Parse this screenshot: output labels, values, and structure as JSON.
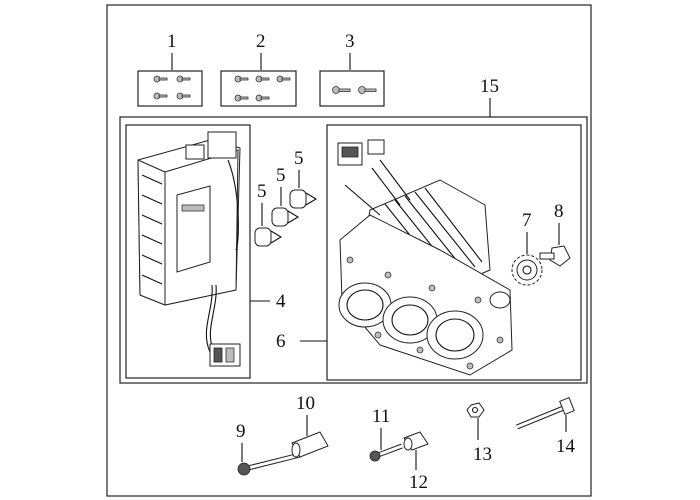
{
  "callouts": {
    "c1": "1",
    "c2": "2",
    "c3": "3",
    "c4": "4",
    "c5a": "5",
    "c5b": "5",
    "c5c": "5",
    "c6": "6",
    "c7": "7",
    "c8": "8",
    "c9": "9",
    "c10": "10",
    "c11": "11",
    "c12": "12",
    "c13": "13",
    "c14": "14",
    "c15": "15"
  }
}
